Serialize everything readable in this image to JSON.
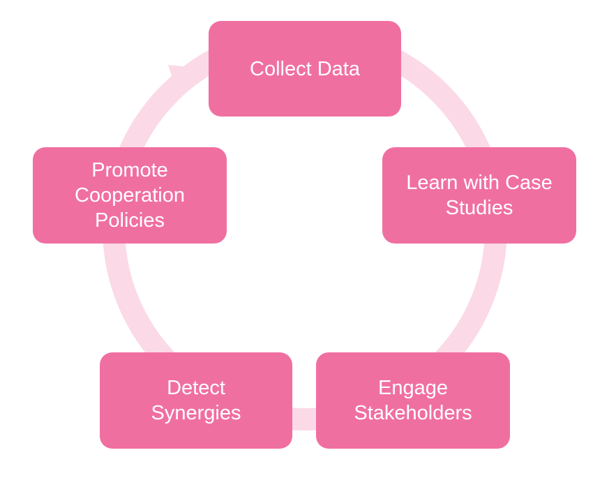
{
  "diagram": {
    "type": "cycle",
    "direction": "clockwise",
    "colors": {
      "node_fill": "#f06fa1",
      "ring": "#fbd9e6",
      "text": "#ffffff"
    },
    "nodes": [
      {
        "id": "collect-data",
        "label": "Collect Data"
      },
      {
        "id": "learn",
        "label": "Learn with Case\nStudies"
      },
      {
        "id": "engage",
        "label": "Engage\nStakeholders"
      },
      {
        "id": "detect",
        "label": "Detect\nSynergies"
      },
      {
        "id": "promote",
        "label": "Promote\nCooperation\nPolicies"
      }
    ]
  }
}
